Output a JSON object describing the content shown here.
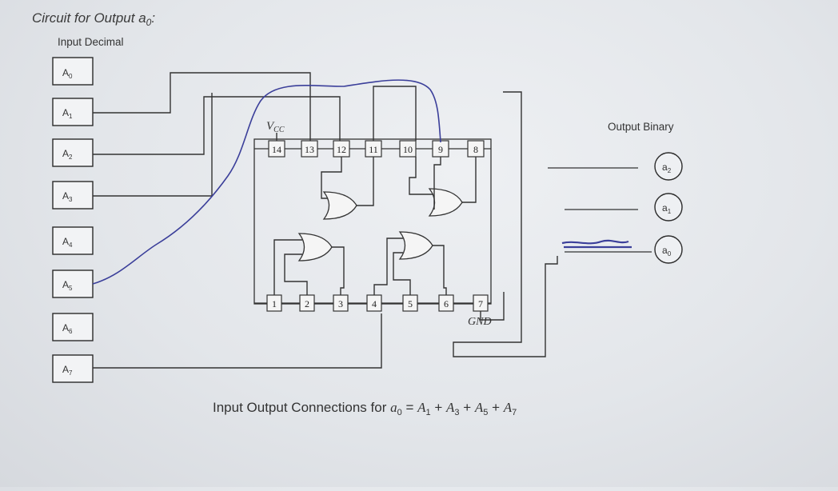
{
  "title": "Circuit for Output a",
  "title_sub": "0",
  "title_colon": ":",
  "inputs_header": "Input Decimal",
  "inputs": [
    {
      "base": "A",
      "sub": "0"
    },
    {
      "base": "A",
      "sub": "1"
    },
    {
      "base": "A",
      "sub": "2"
    },
    {
      "base": "A",
      "sub": "3"
    },
    {
      "base": "A",
      "sub": "4"
    },
    {
      "base": "A",
      "sub": "5"
    },
    {
      "base": "A",
      "sub": "6"
    },
    {
      "base": "A",
      "sub": "7"
    }
  ],
  "chip": {
    "vcc": "V",
    "vcc_sub": "CC",
    "gnd": "GND",
    "top_pins": [
      "14",
      "13",
      "12",
      "11",
      "10",
      "9",
      "8"
    ],
    "bottom_pins": [
      "1",
      "2",
      "3",
      "4",
      "5",
      "6",
      "7"
    ]
  },
  "outputs_header": "Output Binary",
  "outputs": [
    {
      "base": "a",
      "sub": "2"
    },
    {
      "base": "a",
      "sub": "1"
    },
    {
      "base": "a",
      "sub": "0"
    }
  ],
  "caption": {
    "lead": "Input Output Connections for ",
    "lhs": "a",
    "lhs_sub": "0",
    "eq": " = ",
    "terms": [
      {
        "base": "A",
        "sub": "1"
      },
      {
        "base": "A",
        "sub": "3"
      },
      {
        "base": "A",
        "sub": "5"
      },
      {
        "base": "A",
        "sub": "7"
      }
    ],
    "plus": " + "
  },
  "colors": {
    "ink": "#2a2a2a",
    "title_ink": "#3a3a3a",
    "pen_blue": "#3b3f9a"
  }
}
